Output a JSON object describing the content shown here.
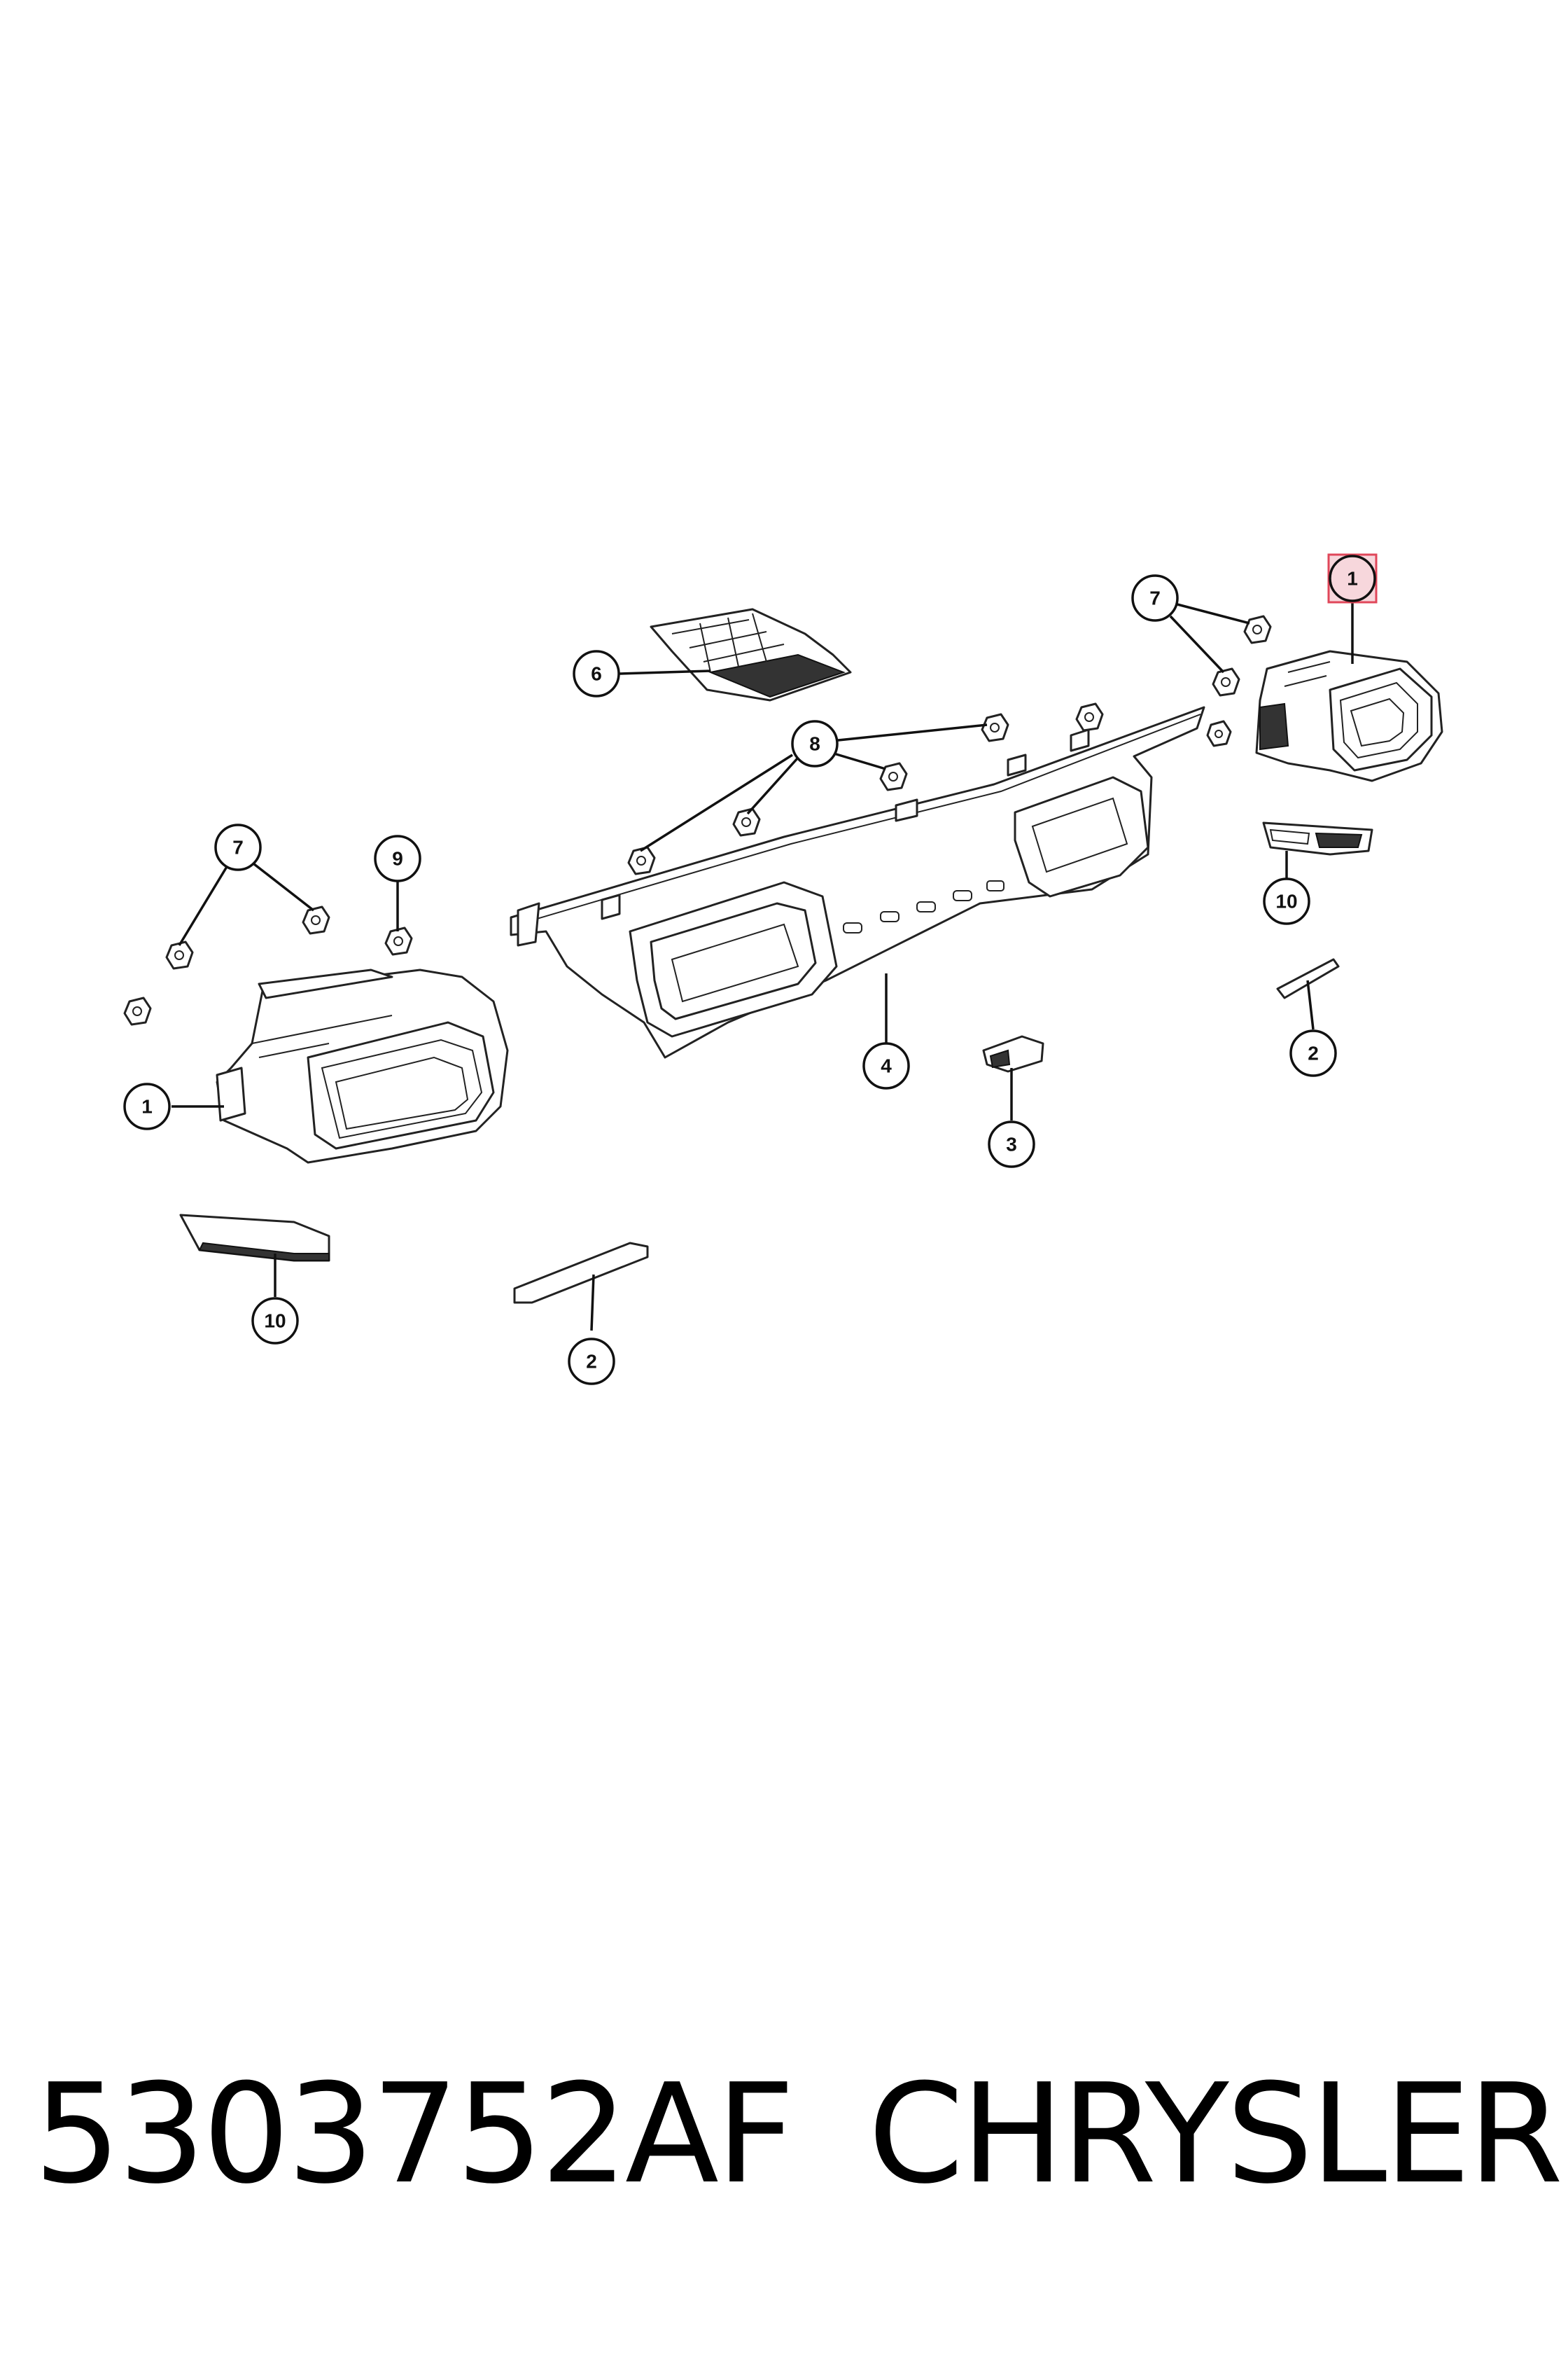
{
  "diagram": {
    "callouts": [
      {
        "id": "c1-right",
        "label": "1"
      },
      {
        "id": "c7-right",
        "label": "7"
      },
      {
        "id": "c6",
        "label": "6"
      },
      {
        "id": "c8",
        "label": "8"
      },
      {
        "id": "c7-left",
        "label": "7"
      },
      {
        "id": "c9",
        "label": "9"
      },
      {
        "id": "c10-right",
        "label": "10"
      },
      {
        "id": "c2-right",
        "label": "2"
      },
      {
        "id": "c4",
        "label": "4"
      },
      {
        "id": "c3",
        "label": "3"
      },
      {
        "id": "c1-left",
        "label": "1"
      },
      {
        "id": "c10-left",
        "label": "10"
      },
      {
        "id": "c2-left",
        "label": "2"
      }
    ],
    "highlighted_callout": "c1-right",
    "highlight_color": "#e0475a"
  },
  "footer": {
    "part_number": "5303752AF",
    "manufacturer": "CHRYSLER"
  }
}
